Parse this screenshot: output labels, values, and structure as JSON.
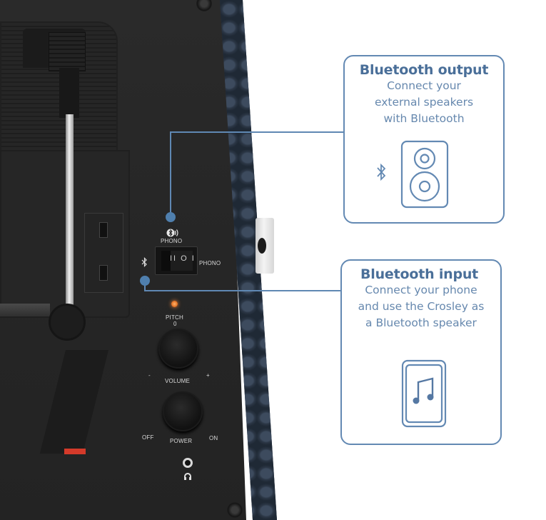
{
  "colors": {
    "callout_border": "#6389b3",
    "callout_title": "#4a6f99",
    "callout_text": "#6688ae",
    "connector": "#4f7fae",
    "deck": "#262626",
    "trim": "#2c3848",
    "led": "#e06a1c"
  },
  "device": {
    "switch_top_label": "PHONO",
    "switch_right_label": "PHONO",
    "switch_marks": "II O I",
    "pitch_label": "PITCH",
    "pitch_value": "0",
    "volume_minus": "-",
    "volume_label": "VOLUME",
    "volume_plus": "+",
    "power_off": "OFF",
    "power_label": "POWER",
    "power_on": "ON",
    "icons": {
      "bluetooth_speaker": "bluetooth-speaker-icon",
      "bluetooth": "bluetooth-icon",
      "headphones": "headphones-icon",
      "led": "pitch-led",
      "knob_volume": "volume-knob",
      "knob_power": "power-knob",
      "jack": "headphone-jack"
    }
  },
  "callouts": [
    {
      "title": "Bluetooth output",
      "lines": [
        "Connect your",
        "external speakers",
        "with Bluetooth"
      ],
      "icon": "speaker-icon",
      "secondary_icon": "bluetooth-icon"
    },
    {
      "title": "Bluetooth input",
      "lines": [
        "Connect your phone",
        "and use the Crosley as",
        "a Bluetooth speaker"
      ],
      "icon": "phone-music-icon"
    }
  ]
}
